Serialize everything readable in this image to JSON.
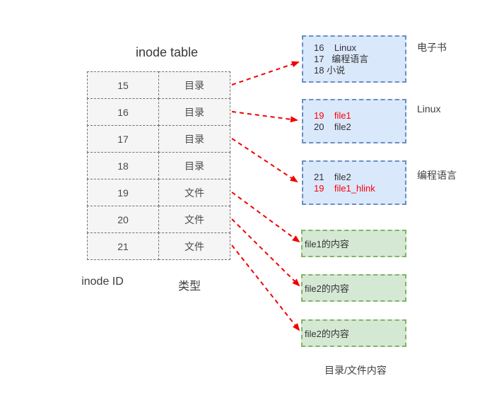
{
  "title": "inode table",
  "table": {
    "rows": [
      {
        "id": "15",
        "type": "目录"
      },
      {
        "id": "16",
        "type": "目录"
      },
      {
        "id": "17",
        "type": "目录"
      },
      {
        "id": "18",
        "type": "目录"
      },
      {
        "id": "19",
        "type": "文件"
      },
      {
        "id": "20",
        "type": "文件"
      },
      {
        "id": "21",
        "type": "文件"
      }
    ],
    "col_labels": {
      "id": "inode ID",
      "type": "类型"
    }
  },
  "dir_boxes": [
    {
      "label": "电子书",
      "entries": [
        {
          "text": "16    Linux",
          "red": false
        },
        {
          "text": "17   编程语言",
          "red": false
        },
        {
          "text": "18 小说",
          "red": false
        }
      ]
    },
    {
      "label": "Linux",
      "entries": [
        {
          "text": "19    file1",
          "red": true
        },
        {
          "text": "20    file2",
          "red": false
        }
      ]
    },
    {
      "label": "编程语言",
      "entries": [
        {
          "text": "21    file2",
          "red": false
        },
        {
          "text": "19    file1_hlink",
          "red": true
        }
      ]
    }
  ],
  "file_boxes": [
    {
      "content": "file1的内容"
    },
    {
      "content": "file2的内容"
    },
    {
      "content": "file2的内容"
    }
  ],
  "bottom_label": "目录/文件内容",
  "arrows": [
    {
      "from": "row-15",
      "to": "dir-box-0"
    },
    {
      "from": "row-16",
      "to": "dir-box-1"
    },
    {
      "from": "row-17",
      "to": "dir-box-2"
    },
    {
      "from": "row-19",
      "to": "file-box-0"
    },
    {
      "from": "row-20",
      "to": "file-box-1"
    },
    {
      "from": "row-21",
      "to": "file-box-2"
    }
  ],
  "colors": {
    "dir_box_bg": "#dae8fc",
    "dir_box_border": "#6c8ebf",
    "file_box_bg": "#d5e8d4",
    "file_box_border": "#82b366",
    "table_bg": "#f5f5f5",
    "table_border": "#707070",
    "arrow": "#f20000",
    "red_text": "#ff0000"
  }
}
